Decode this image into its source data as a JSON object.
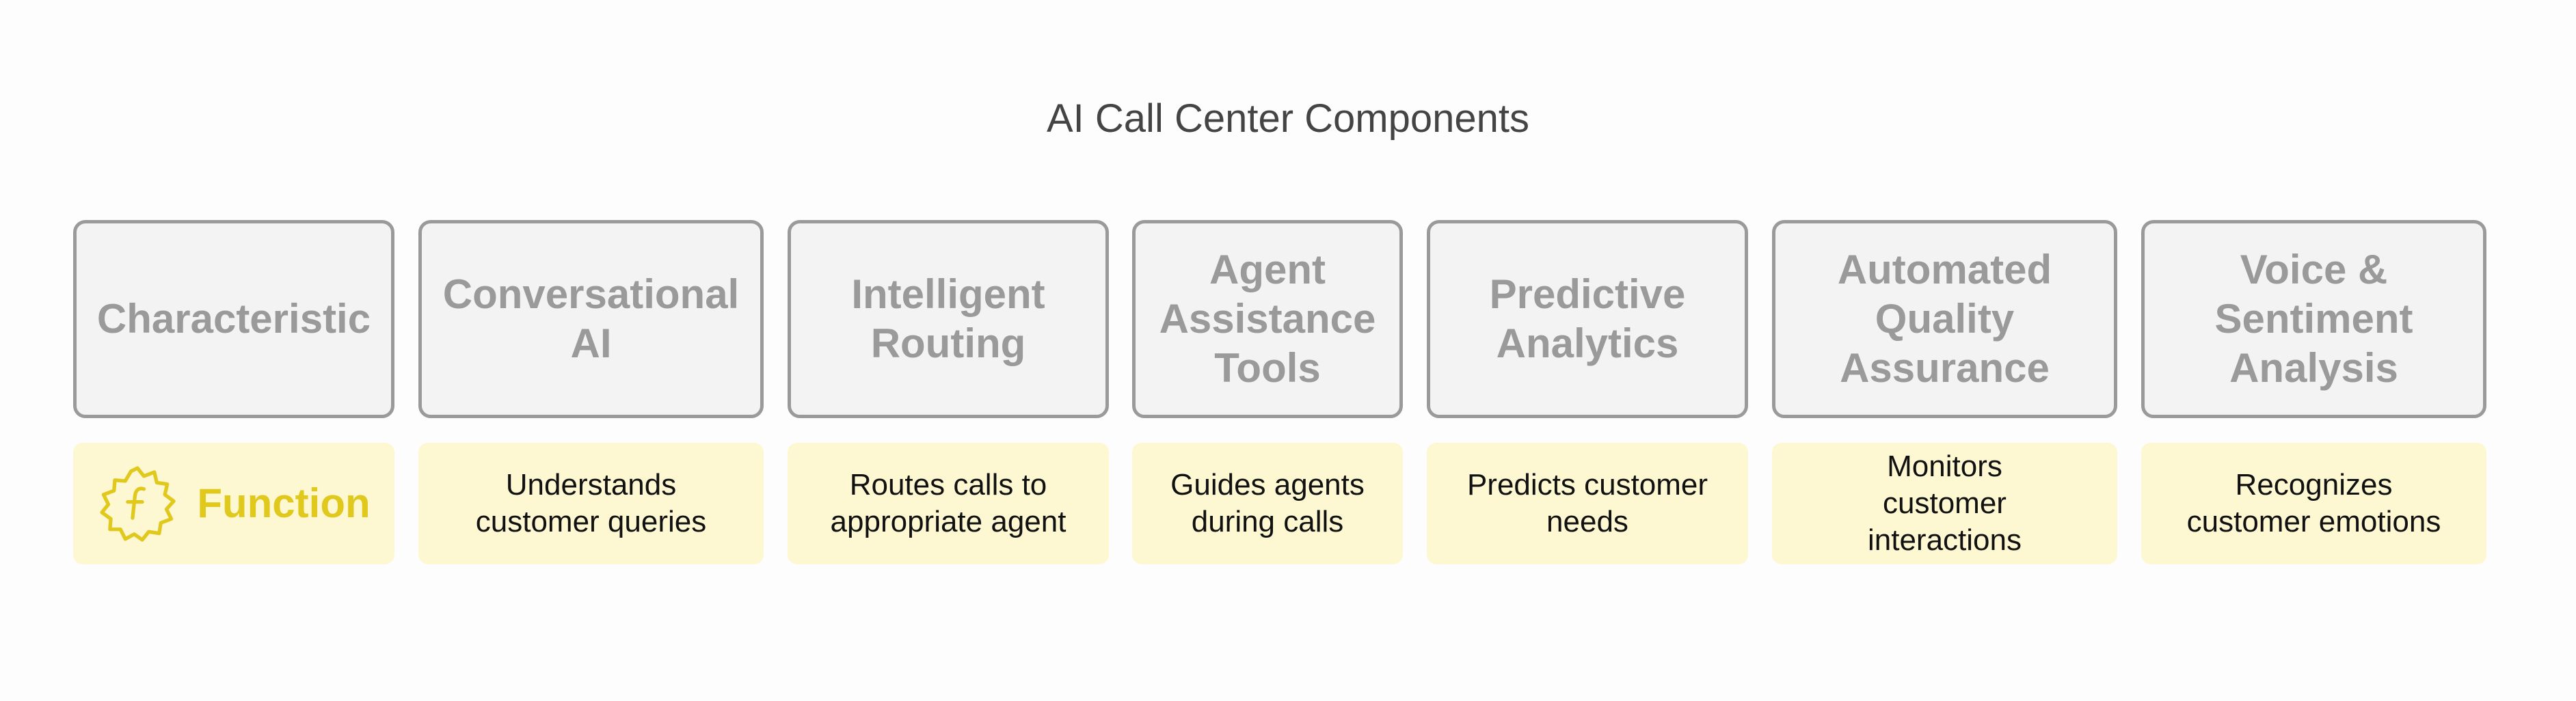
{
  "title": "AI Call Center Components",
  "header": {
    "label": "Characteristic",
    "columns": [
      "Conversational AI",
      "Intelligent Routing",
      "Agent Assistance Tools",
      "Predictive Analytics",
      "Automated Quality Assurance",
      "Voice & Sentiment Analysis"
    ]
  },
  "row": {
    "label": "Function",
    "icon": "function-badge-icon",
    "cells": [
      "Understands customer queries",
      "Routes calls to appropriate agent",
      "Guides agents during calls",
      "Predicts customer needs",
      "Monitors customer interactions",
      "Recognizes customer emotions"
    ]
  },
  "colors": {
    "header_border": "#9a9a9a",
    "header_fill": "#f3f3f3",
    "cell_fill": "#fdf7d2",
    "accent": "#e0c91c"
  }
}
